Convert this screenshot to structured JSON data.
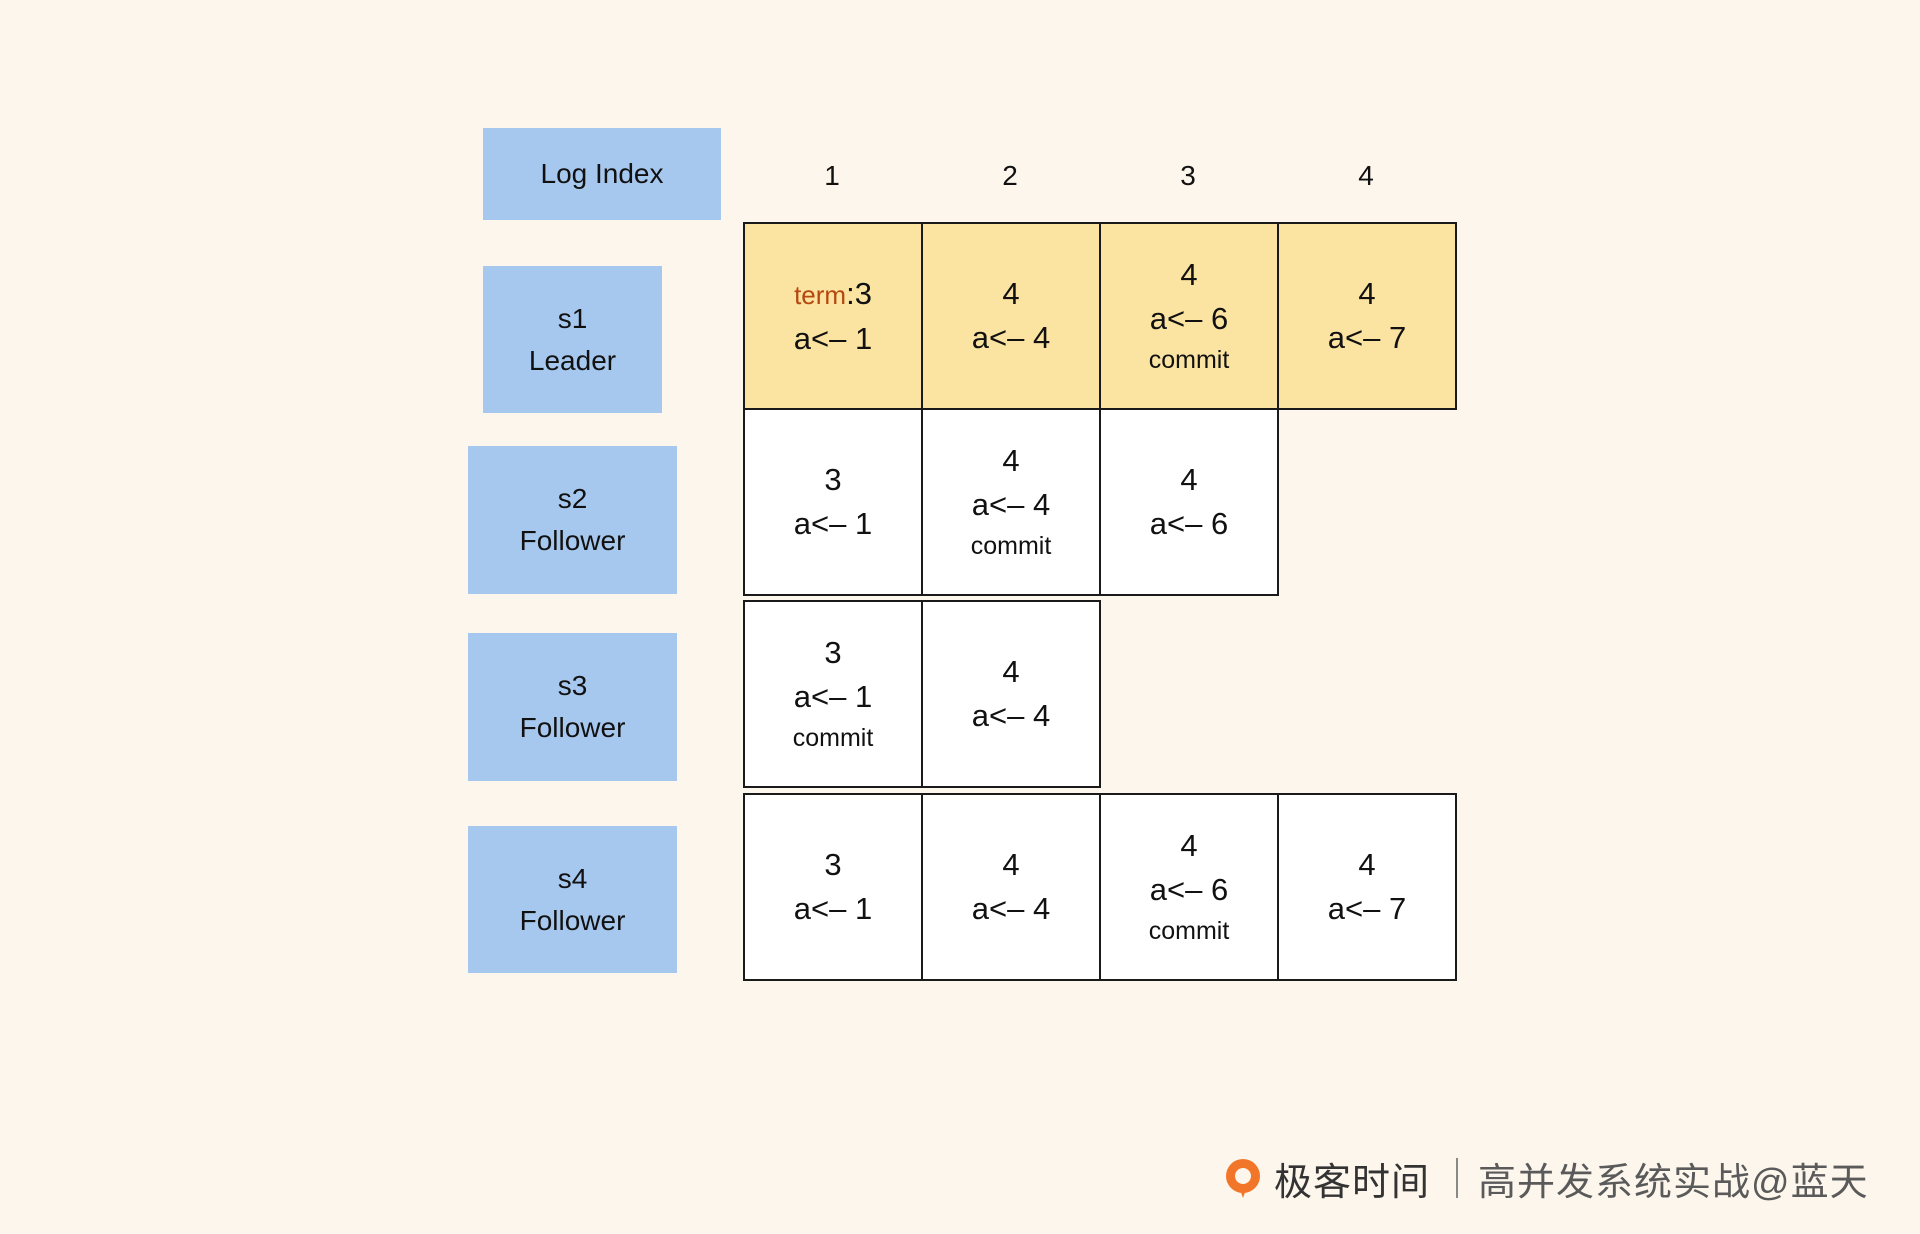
{
  "header": {
    "label": "Log Index",
    "indices": [
      "1",
      "2",
      "3",
      "4"
    ]
  },
  "servers": [
    {
      "name": "s1",
      "role": "Leader",
      "entries": [
        {
          "term_key": "term",
          "term_sep": ":",
          "term": "3",
          "op": "a<– 1",
          "commit": ""
        },
        {
          "term": "4",
          "op": "a<– 4",
          "commit": ""
        },
        {
          "term": "4",
          "op": "a<– 6",
          "commit": "commit"
        },
        {
          "term": "4",
          "op": "a<– 7",
          "commit": ""
        }
      ]
    },
    {
      "name": "s2",
      "role": "Follower",
      "entries": [
        {
          "term": "3",
          "op": "a<– 1",
          "commit": ""
        },
        {
          "term": "4",
          "op": "a<– 4",
          "commit": "commit"
        },
        {
          "term": "4",
          "op": "a<– 6",
          "commit": ""
        }
      ]
    },
    {
      "name": "s3",
      "role": "Follower",
      "entries": [
        {
          "term": "3",
          "op": "a<– 1",
          "commit": "commit"
        },
        {
          "term": "4",
          "op": "a<– 4",
          "commit": ""
        }
      ]
    },
    {
      "name": "s4",
      "role": "Follower",
      "entries": [
        {
          "term": "3",
          "op": "a<– 1",
          "commit": ""
        },
        {
          "term": "4",
          "op": "a<– 4",
          "commit": ""
        },
        {
          "term": "4",
          "op": "a<– 6",
          "commit": "commit"
        },
        {
          "term": "4",
          "op": "a<– 7",
          "commit": ""
        }
      ]
    }
  ],
  "footer": {
    "brand": "极客时间",
    "course": "高并发系统实战@蓝天"
  },
  "colors": {
    "background": "#fdf6ec",
    "label_box": "#a7c8ee",
    "leader_cell": "#fbe3a1",
    "follower_cell": "#ffffff",
    "term_key": "#b5480f",
    "logo": "#f2762a"
  }
}
